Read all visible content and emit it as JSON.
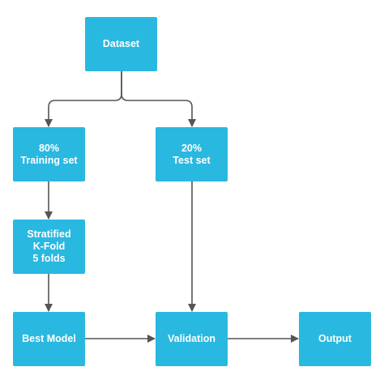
{
  "diagram": {
    "line_color": "#555555",
    "node_color": "#29b8e0",
    "text_color": "#ffffff",
    "nodes": {
      "dataset": {
        "label": "Dataset"
      },
      "training_set": {
        "label": "80%\nTraining set"
      },
      "test_set": {
        "label": "20%\nTest set"
      },
      "stratified_kfold": {
        "label": "Stratified\nK-Fold\n5 folds"
      },
      "best_model": {
        "label": "Best Model"
      },
      "validation": {
        "label": "Validation"
      },
      "output": {
        "label": "Output"
      }
    },
    "edges": [
      {
        "from": "dataset",
        "to": "training_set"
      },
      {
        "from": "dataset",
        "to": "test_set"
      },
      {
        "from": "training_set",
        "to": "stratified_kfold"
      },
      {
        "from": "stratified_kfold",
        "to": "best_model"
      },
      {
        "from": "test_set",
        "to": "validation"
      },
      {
        "from": "best_model",
        "to": "validation"
      },
      {
        "from": "validation",
        "to": "output"
      }
    ]
  }
}
